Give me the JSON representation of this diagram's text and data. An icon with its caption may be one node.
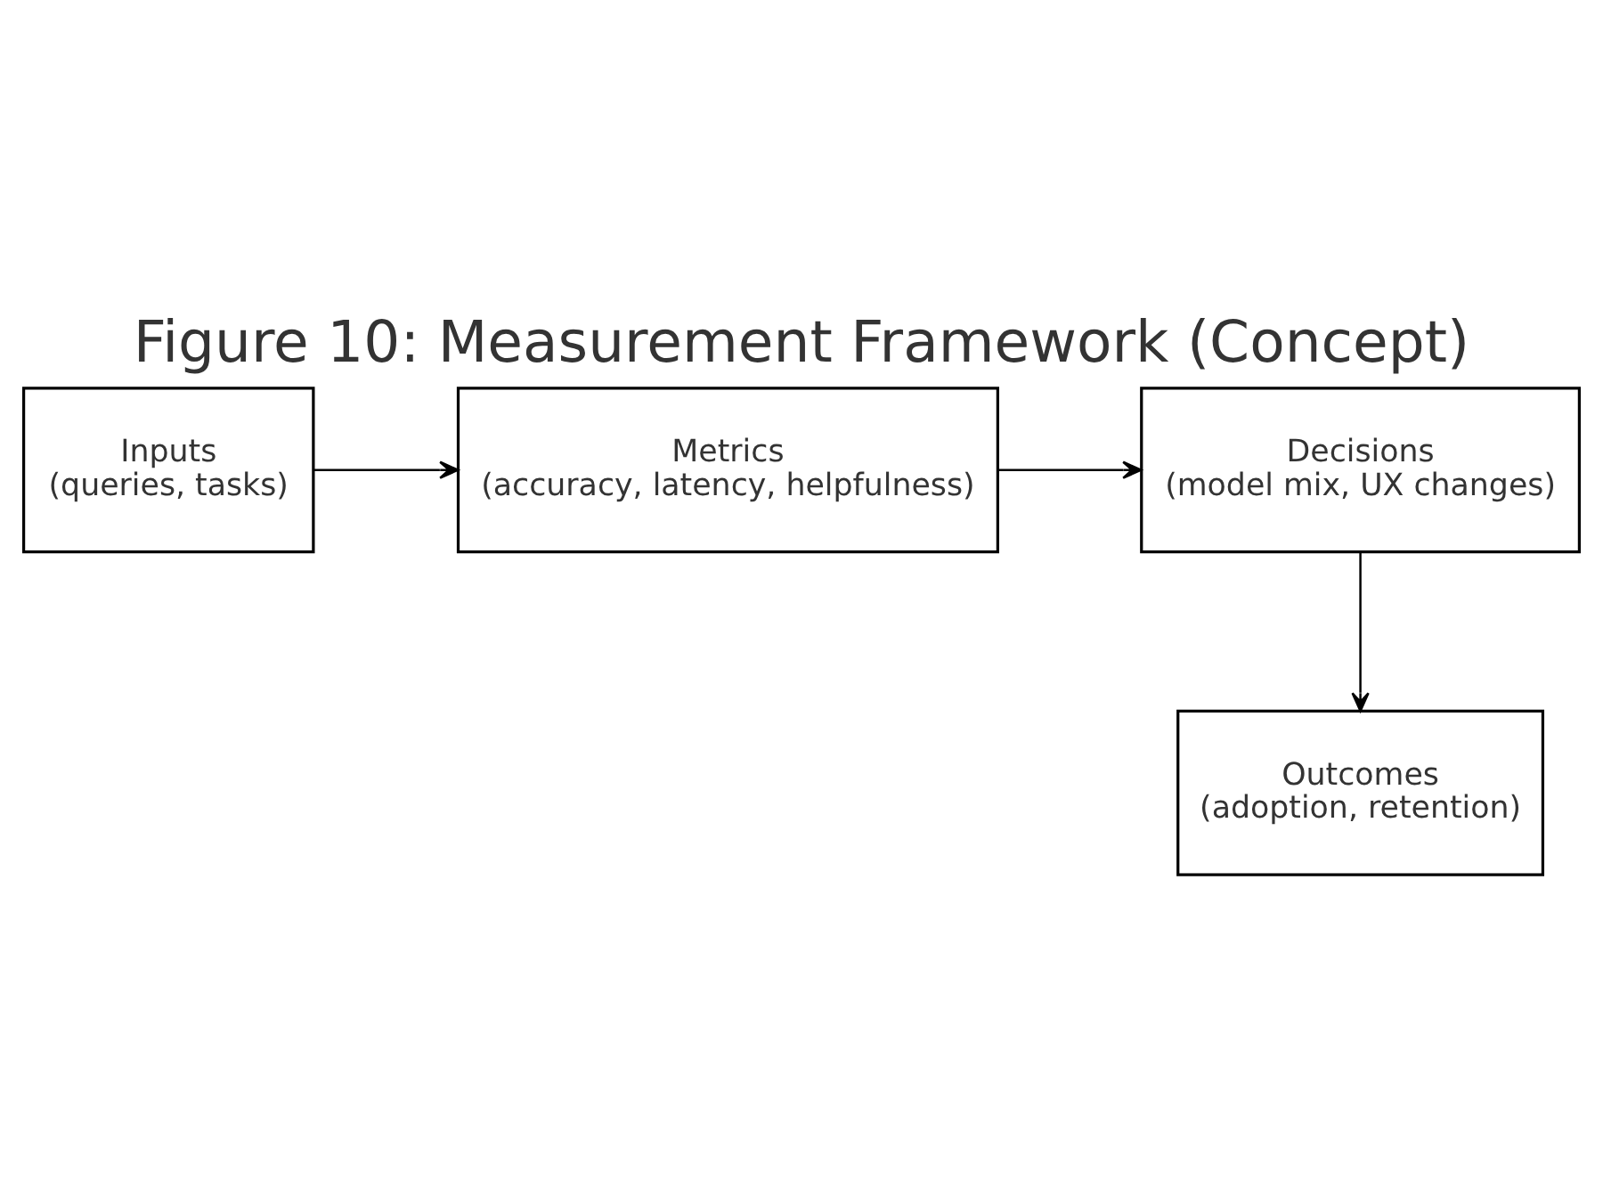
{
  "diagram": {
    "title": "Figure 10: Measurement Framework (Concept)",
    "nodes": [
      {
        "text": [
          "Inputs",
          "(queries, tasks)"
        ]
      },
      {
        "text": [
          "Metrics",
          "(accuracy, latency, helpfulness)"
        ]
      },
      {
        "text": [
          "Decisions",
          "(model mix, UX changes)"
        ]
      },
      {
        "text": [
          "Outcomes",
          "(adoption, retention)"
        ]
      }
    ],
    "edges": [
      {
        "from": 0,
        "to": 1,
        "arrow": "to"
      },
      {
        "from": 1,
        "to": 2,
        "arrow": "to"
      },
      {
        "from": 2,
        "to": 3,
        "arrow": "to"
      }
    ]
  }
}
